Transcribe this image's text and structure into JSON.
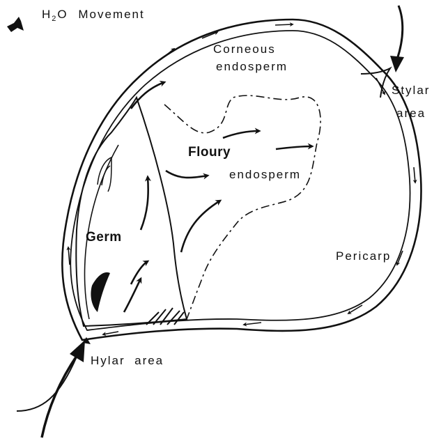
{
  "legend": {
    "prefix": "H",
    "subscript": "2",
    "suffix": "O",
    "label": "Movement"
  },
  "labels": {
    "corneous_line1": "Corneous",
    "corneous_line2": "endosperm",
    "stylar_line1": "Stylar",
    "stylar_line2": "area",
    "floury_line1": "Floury",
    "floury_line2": "endosperm",
    "germ": "Germ",
    "pericarp": "Pericarp",
    "hylar": "Hylar  area"
  },
  "colors": {
    "ink": "#111111",
    "background": "#ffffff"
  }
}
